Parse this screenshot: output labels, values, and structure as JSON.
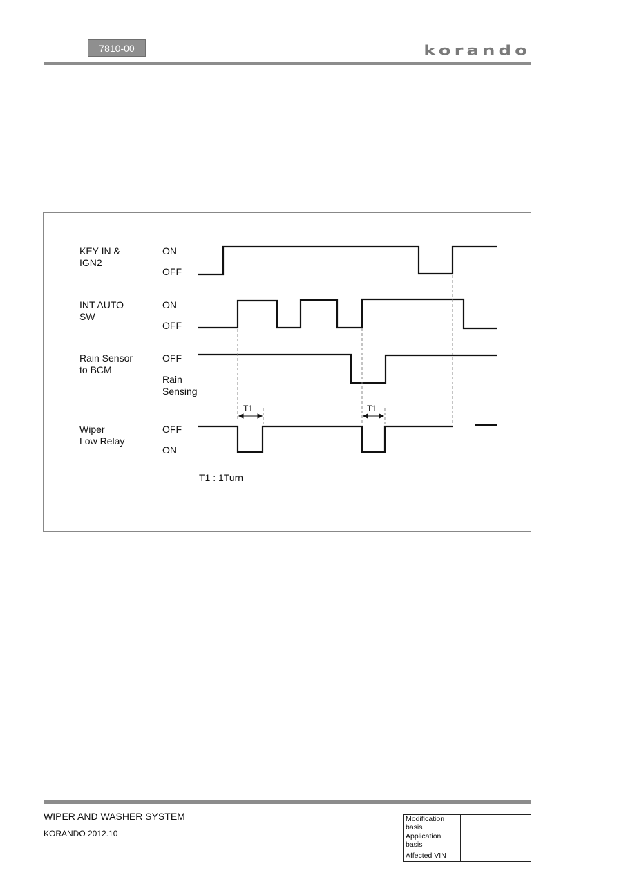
{
  "header": {
    "section_code": "7810-00",
    "brand": "korando"
  },
  "diagram": {
    "signals": [
      {
        "name_line1": "KEY IN &",
        "name_line2": "IGN2",
        "level_high": "ON",
        "level_low": "OFF"
      },
      {
        "name_line1": "INT AUTO",
        "name_line2": "SW",
        "level_high": "ON",
        "level_low": "OFF"
      },
      {
        "name_line1": "Rain Sensor",
        "name_line2": "to BCM",
        "level_high": "OFF",
        "level_low_line1": "Rain",
        "level_low_line2": "Sensing"
      },
      {
        "name_line1": "Wiper",
        "name_line2": "Low Relay",
        "level_high": "OFF",
        "level_low": "ON"
      }
    ],
    "interval_labels": [
      "T1",
      "T1"
    ],
    "note": "T1 : 1Turn"
  },
  "footer": {
    "title": "WIPER AND WASHER SYSTEM",
    "subtitle": "KORANDO 2012.10",
    "basis_rows": [
      {
        "label": "Modification basis",
        "value": ""
      },
      {
        "label": "Application basis",
        "value": ""
      },
      {
        "label": "Affected VIN",
        "value": ""
      }
    ]
  }
}
